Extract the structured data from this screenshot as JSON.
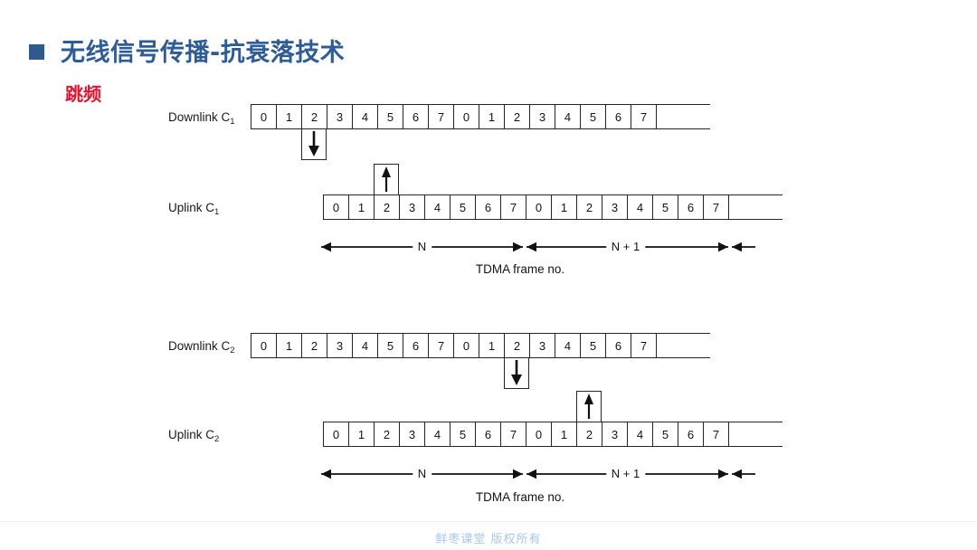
{
  "header": {
    "bullet": "square-bullet",
    "title": "无线信号传播-抗衰落技术",
    "subtitle": "跳频",
    "title_color": "#2e5c96",
    "subtitle_color": "#e8112d"
  },
  "footer": {
    "text": "鲜枣课堂  版权所有",
    "color": "#a9c7ea"
  },
  "diagram": {
    "slot_sequence": [
      "0",
      "1",
      "2",
      "3",
      "4",
      "5",
      "6",
      "7",
      "0",
      "1",
      "2",
      "3",
      "4",
      "5",
      "6",
      "7"
    ],
    "frame_labels": {
      "n": "N",
      "n_plus_1": "N + 1"
    },
    "frame_caption": "TDMA frame no.",
    "groups": [
      {
        "id": "group-c1",
        "downlink": {
          "label": "Downlink C",
          "sub": "1",
          "arrow": "down-arrow",
          "arrow_slot_index": 2
        },
        "uplink": {
          "label": "Uplink C",
          "sub": "1",
          "arrow": "up-arrow",
          "arrow_slot_index": 2
        }
      },
      {
        "id": "group-c2",
        "downlink": {
          "label": "Downlink C",
          "sub": "2",
          "arrow": "down-arrow",
          "arrow_slot_index": 10
        },
        "uplink": {
          "label": "Uplink C",
          "sub": "2",
          "arrow": "up-arrow",
          "arrow_slot_index": 10
        }
      }
    ]
  }
}
